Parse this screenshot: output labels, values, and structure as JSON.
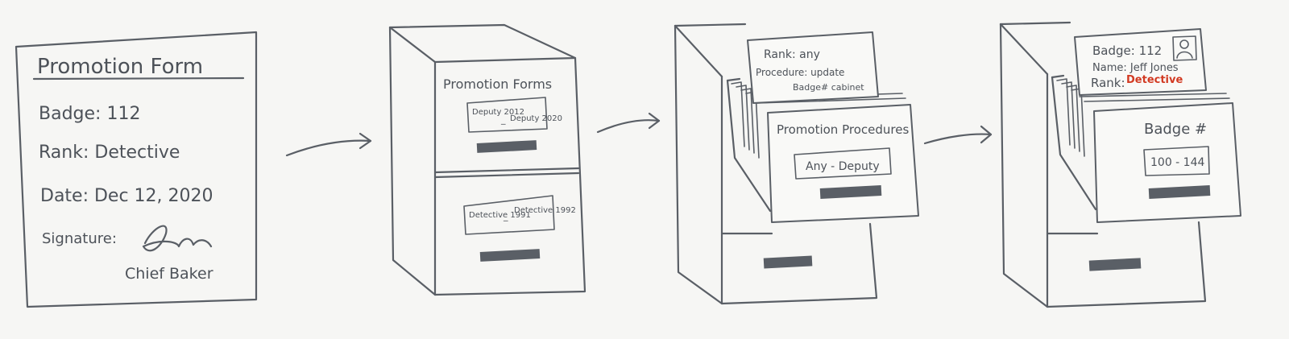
{
  "form": {
    "title": "Promotion Form",
    "badge": "Badge: 112",
    "rank": "Rank: Detective",
    "date": "Date: Dec 12, 2020",
    "signature_label": "Signature:",
    "signer": "Chief Baker"
  },
  "cabinet1": {
    "heading": "Promotion Forms",
    "drawer_top": {
      "from": "Deputy 2012",
      "to": "Deputy 2020",
      "sep": "_"
    },
    "drawer_bottom": {
      "from": "Detective 1991",
      "to": "Detective 1992",
      "sep": "_"
    }
  },
  "cabinet2": {
    "card_line1": "Rank: any",
    "card_line2": "Procedure: update",
    "card_line3": "Badge# cabinet",
    "drawer_heading": "Promotion Procedures",
    "drawer_label": "Any - Deputy"
  },
  "cabinet3": {
    "card_badge": "Badge: 112",
    "card_name": "Name: Jeff Jones",
    "card_rank_label": "Rank:",
    "card_rank_value": "Detective",
    "drawer_heading": "Badge #",
    "drawer_label": "100 - 144"
  },
  "colors": {
    "ink": "#5a5f66",
    "highlight": "#d23a22",
    "background": "#f6f6f4"
  }
}
